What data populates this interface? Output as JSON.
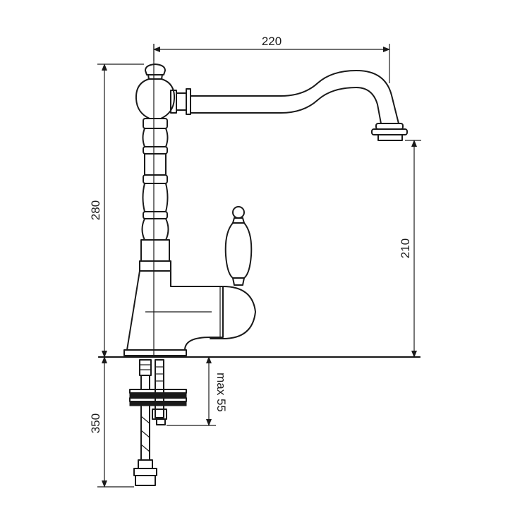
{
  "dimensions": {
    "spout_reach": "220",
    "total_height": "280",
    "spout_height": "210",
    "under_counter": "350",
    "max_thickness": "max 55"
  },
  "colors": {
    "line": "#1a1a1a",
    "background": "#ffffff"
  }
}
